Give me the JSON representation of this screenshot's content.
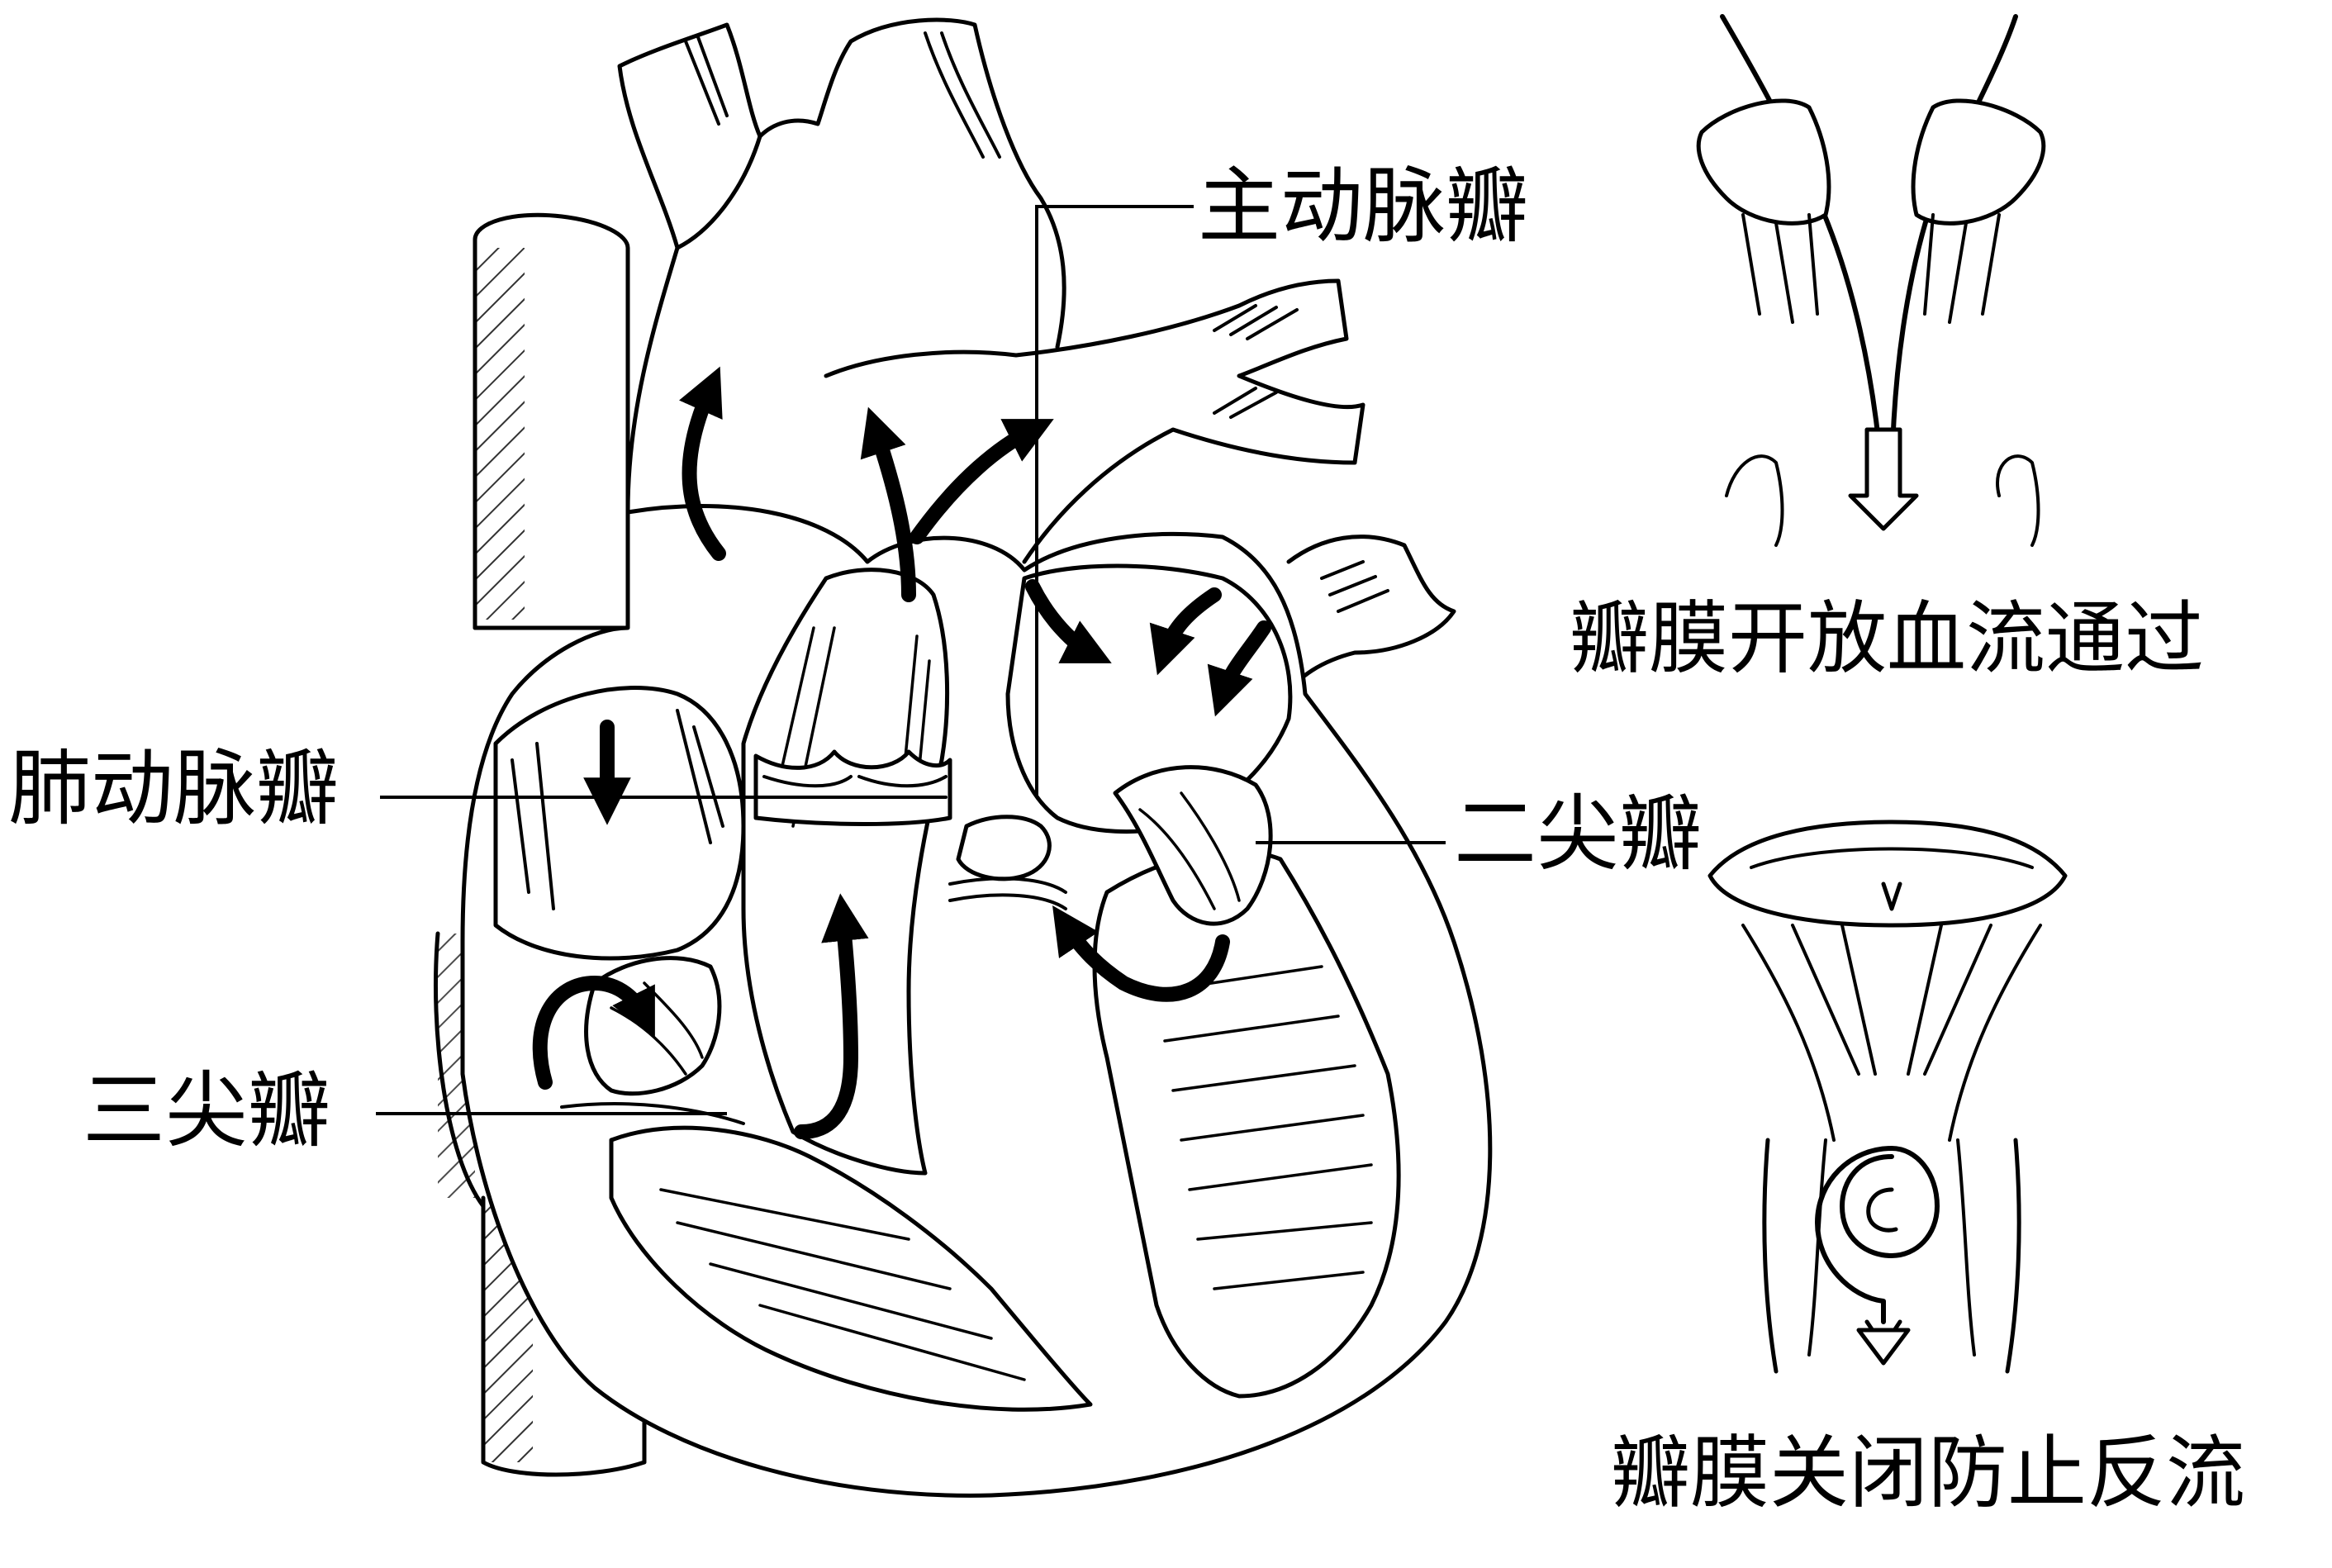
{
  "labels": {
    "aortic_valve": "主动脉瓣",
    "pulmonary_valve": "肺动脉瓣",
    "mitral_valve": "二尖瓣",
    "tricuspid_valve": "三尖瓣"
  },
  "captions": {
    "valve_open": "瓣膜开放血流通过",
    "valve_closed": "瓣膜关闭防止反流"
  },
  "colors": {
    "ink": "#000000",
    "paper": "#ffffff"
  }
}
